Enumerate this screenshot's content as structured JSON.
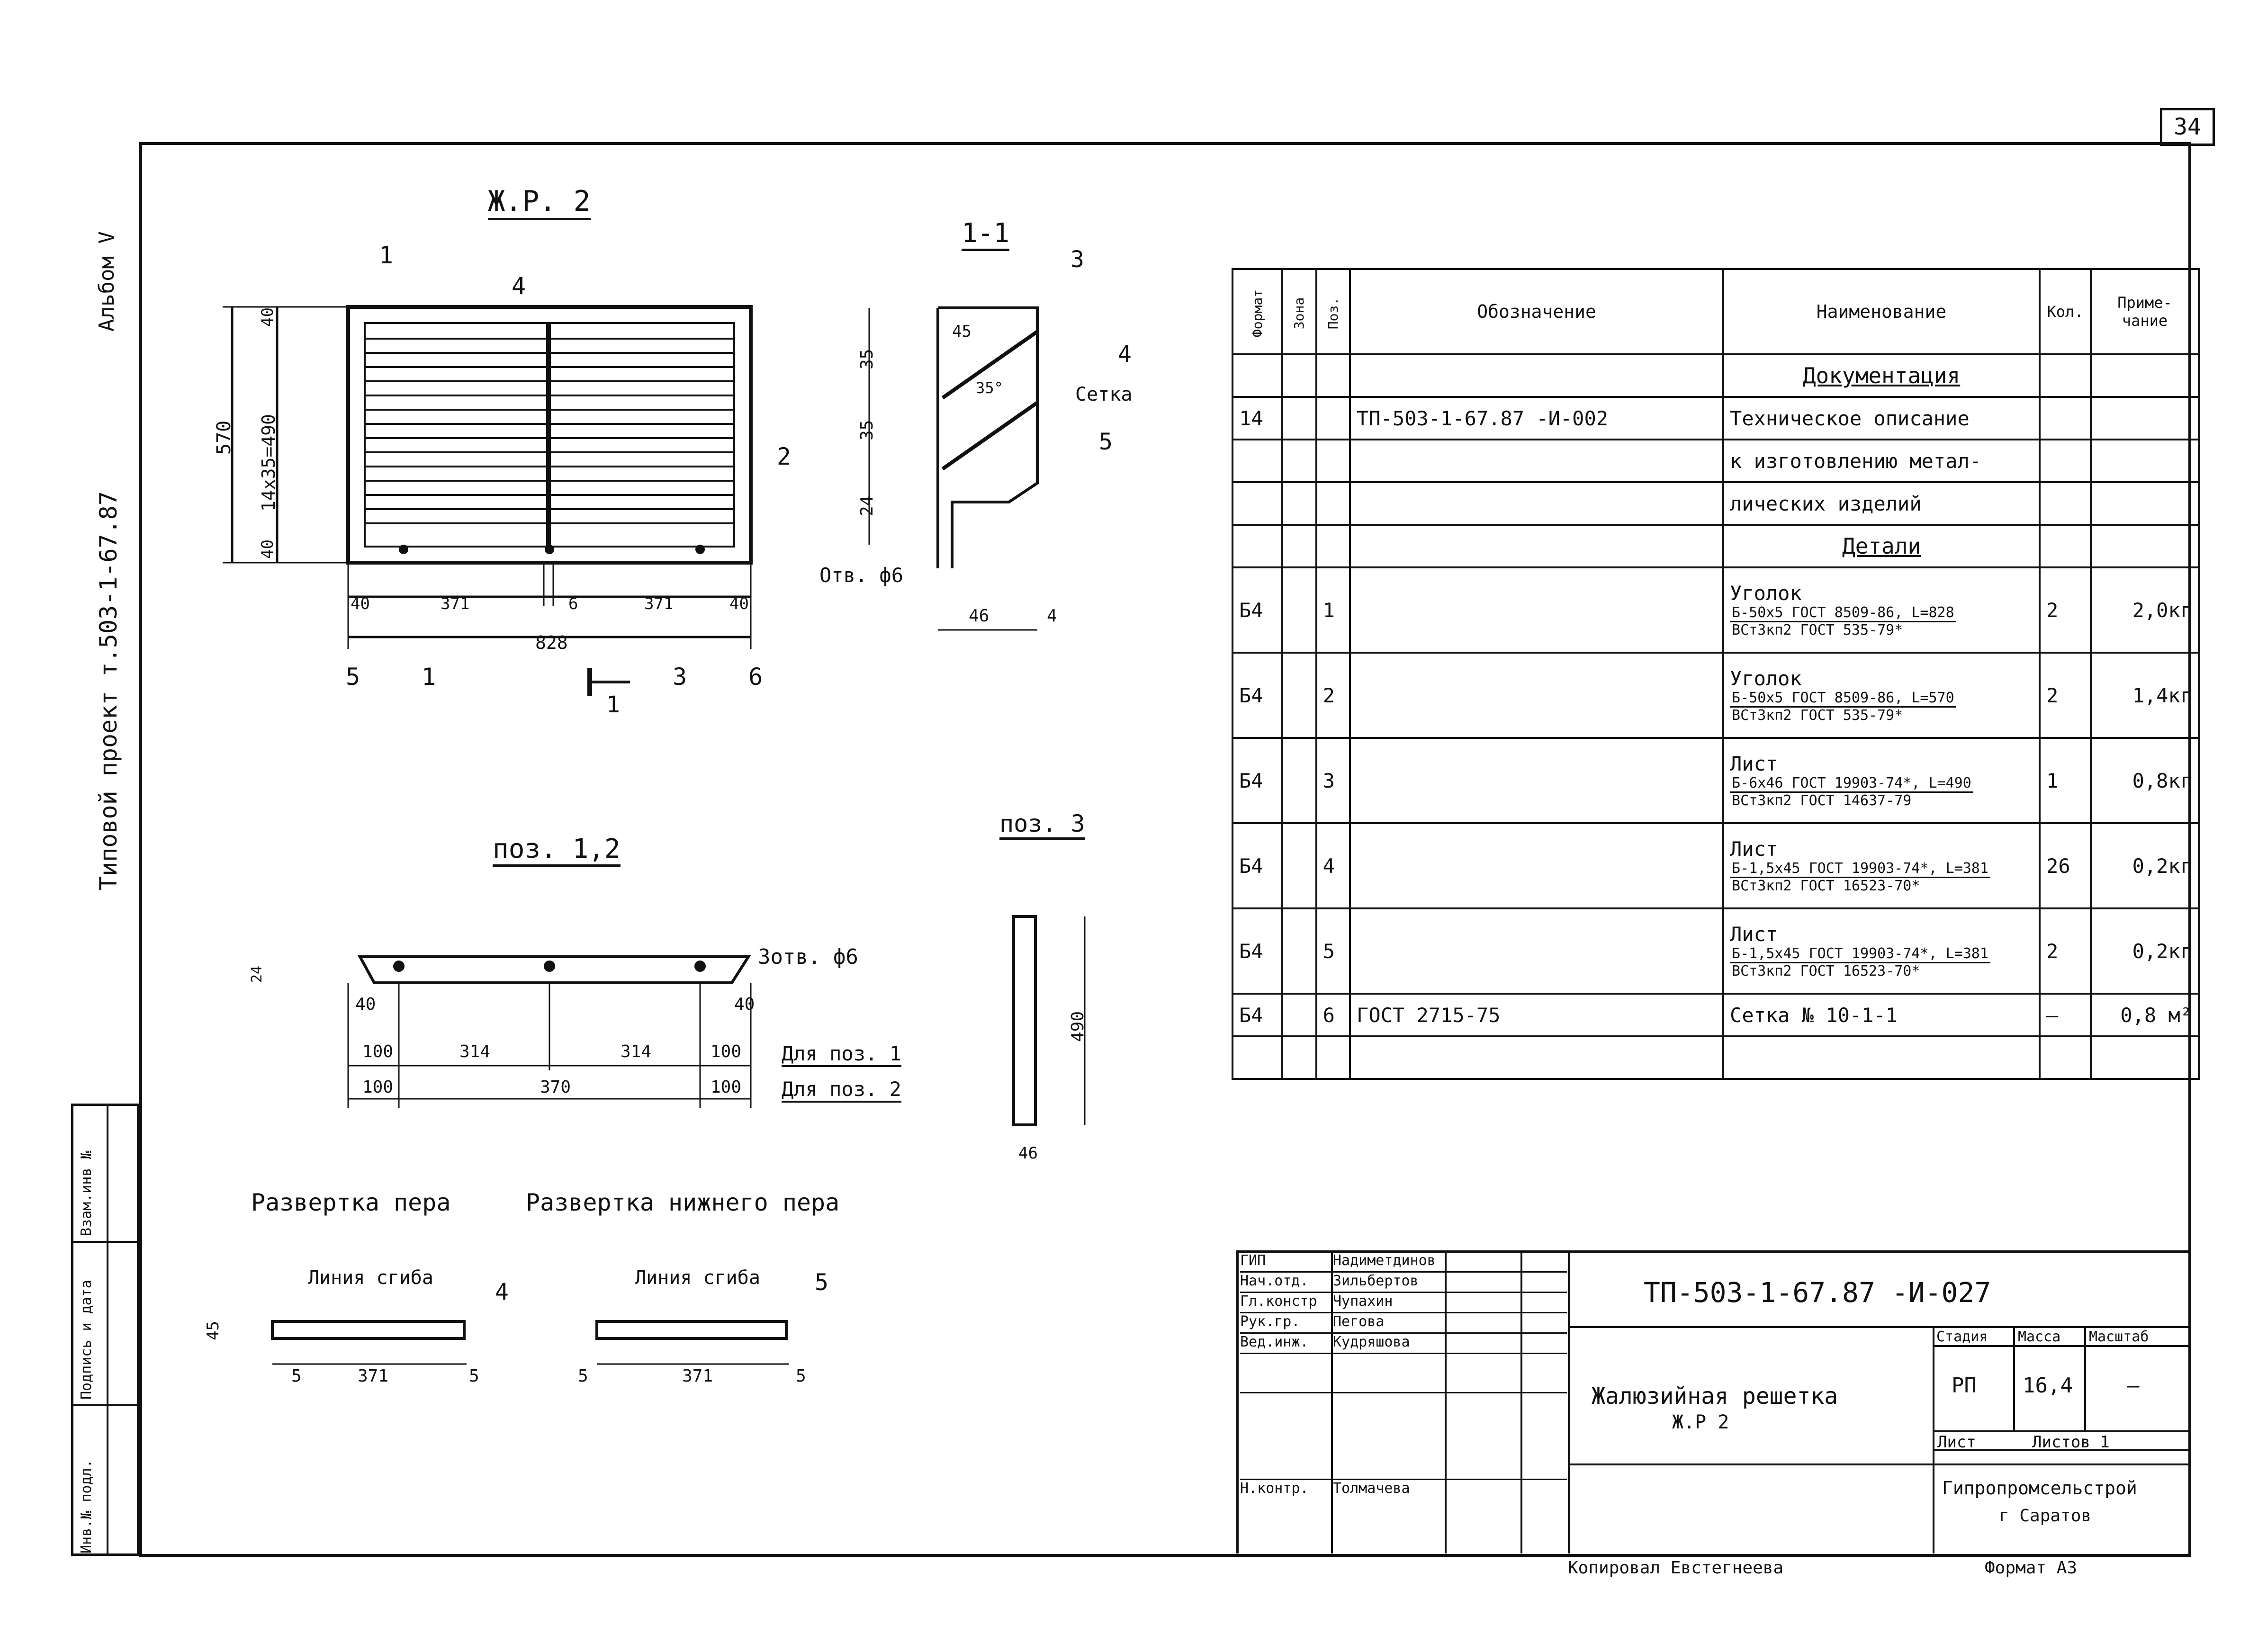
{
  "sheet_number": "34",
  "side_labels": {
    "album": "Альбом V",
    "project": "Типовой проект т.503-1-67.87"
  },
  "left_stamp": [
    "Инв.№ подл.",
    "Подпись и дата",
    "Взам.инв №"
  ],
  "views": {
    "main_title": "Ж.Р. 2",
    "section_title": "1-1",
    "pos12_title": "поз. 1,2",
    "pos3_title": "поз. 3",
    "unfold_blade": "Развертка пера",
    "unfold_lower": "Развертка нижнего пера",
    "bend_line": "Линия сгиба"
  },
  "callouts": [
    "1",
    "2",
    "3",
    "4",
    "5",
    "6"
  ],
  "section_labels": {
    "mesh": "Сетка",
    "hole": "Отв. ф6",
    "angle": "35°",
    "three_holes": "3отв. ф6",
    "for_pos1": "Для поз. 1",
    "for_pos2": "Для поз. 2"
  },
  "dims": {
    "h570": "570",
    "h14x35": "14x35=490",
    "d40": "40",
    "d371": "371",
    "d6": "6",
    "d828": "828",
    "d35": "35",
    "d24": "24",
    "d45": "45",
    "d46": "46",
    "d4": "4",
    "d100": "100",
    "d314": "314",
    "d370": "370",
    "d490": "490",
    "d5": "5"
  },
  "spec_table": {
    "headers": [
      "Формат",
      "Зона",
      "Поз.",
      "Обозначение",
      "Наименование",
      "Кол.",
      "Приме-чание"
    ],
    "rows": [
      {
        "format": "",
        "zone": "",
        "pos": "",
        "designation": "",
        "name": "Документация",
        "qty": "",
        "note": ""
      },
      {
        "format": "14",
        "zone": "",
        "pos": "",
        "designation": "ТП-503-1-67.87   -И-002",
        "name": "Техническое описание",
        "qty": "",
        "note": ""
      },
      {
        "format": "",
        "zone": "",
        "pos": "",
        "designation": "",
        "name": "к изготовлению метал-",
        "qty": "",
        "note": ""
      },
      {
        "format": "",
        "zone": "",
        "pos": "",
        "designation": "",
        "name": "лических изделий",
        "qty": "",
        "note": ""
      },
      {
        "format": "",
        "zone": "",
        "pos": "",
        "designation": "",
        "name": "Детали",
        "qty": "",
        "note": ""
      },
      {
        "format": "Б4",
        "zone": "",
        "pos": "1",
        "designation": "",
        "name": "Уголок",
        "name_top": "Б-50x5 ГОСТ 8509-86, L=828",
        "name_bot": "ВСт3кп2 ГОСТ 535-79*",
        "qty": "2",
        "note": "2,0кг"
      },
      {
        "format": "Б4",
        "zone": "",
        "pos": "2",
        "designation": "",
        "name": "Уголок",
        "name_top": "Б-50x5 ГОСТ 8509-86, L=570",
        "name_bot": "ВСт3кп2 ГОСТ 535-79*",
        "qty": "2",
        "note": "1,4кг"
      },
      {
        "format": "Б4",
        "zone": "",
        "pos": "3",
        "designation": "",
        "name": "Лист",
        "name_top": "Б-6x46 ГОСТ 19903-74*, L=490",
        "name_bot": "ВСт3кп2 ГОСТ 14637-79",
        "qty": "1",
        "note": "0,8кг"
      },
      {
        "format": "Б4",
        "zone": "",
        "pos": "4",
        "designation": "",
        "name": "Лист",
        "name_top": "Б-1,5x45 ГОСТ 19903-74*, L=381",
        "name_bot": "ВСт3кп2 ГОСТ 16523-70*",
        "qty": "26",
        "note": "0,2кг"
      },
      {
        "format": "Б4",
        "zone": "",
        "pos": "5",
        "designation": "",
        "name": "Лист",
        "name_top": "Б-1,5x45 ГОСТ 19903-74*, L=381",
        "name_bot": "ВСт3кп2 ГОСТ 16523-70*",
        "qty": "2",
        "note": "0,2кг"
      },
      {
        "format": "Б4",
        "zone": "",
        "pos": "6",
        "designation": "ГОСТ 2715-75",
        "name": "Сетка № 10-1-1",
        "qty": "—",
        "note": "0,8 м²"
      },
      {
        "format": "",
        "zone": "",
        "pos": "",
        "designation": "",
        "name": "",
        "qty": "",
        "note": ""
      }
    ]
  },
  "title_block": {
    "code": "ТП-503-1-67.87   -И-027",
    "drawing_name": "Жалюзийная решетка",
    "drawing_sub": "Ж.Р 2",
    "roles": [
      {
        "role": "ГИП",
        "name": "Надиметдинов"
      },
      {
        "role": "Нач.отд.",
        "name": "Зильбертов"
      },
      {
        "role": "Гл.констр",
        "name": "Чупахин"
      },
      {
        "role": "Рук.гр.",
        "name": "Пегова"
      },
      {
        "role": "Вед.инж.",
        "name": "Кудряшова"
      },
      {
        "role": "",
        "name": ""
      },
      {
        "role": "",
        "name": ""
      },
      {
        "role": "Н.контр.",
        "name": "Толмачева"
      }
    ],
    "stage_label": "Стадия",
    "stage": "РП",
    "mass_label": "Масса",
    "mass": "16,4",
    "scale_label": "Масштаб",
    "scale": "—",
    "sheet_label": "Лист",
    "sheets_label": "Листов 1",
    "org": "Гипропромсельстрой",
    "city": "г Саратов",
    "copied": "Копировал Евстегнеева",
    "format": "Формат А3"
  }
}
